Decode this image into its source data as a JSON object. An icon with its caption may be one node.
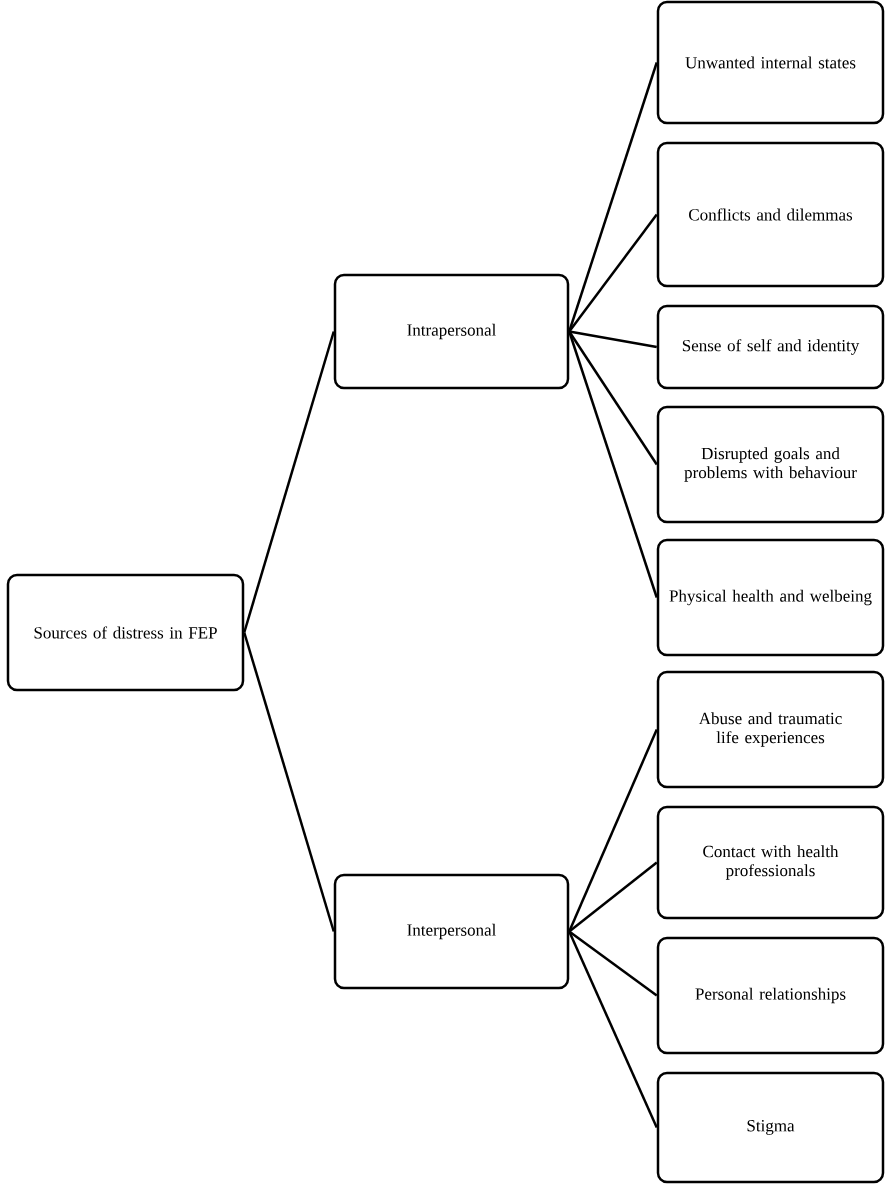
{
  "diagram": {
    "nodes": [
      {
        "text": [
          "Sources of distress in FEP"
        ]
      },
      {
        "text": [
          "Intrapersonal"
        ]
      },
      {
        "text": [
          "Interpersonal"
        ]
      },
      {
        "text": [
          "Unwanted internal states"
        ]
      },
      {
        "text": [
          "Conflicts and dilemmas"
        ]
      },
      {
        "text": [
          "Sense of self and identity"
        ]
      },
      {
        "text": [
          "Disrupted goals and problems with behaviour"
        ]
      },
      {
        "text": [
          "Physical health and welbeing"
        ]
      },
      {
        "text": [
          "Abuse and traumatic life experiences"
        ]
      },
      {
        "text": [
          "Contact with health professionals"
        ]
      },
      {
        "text": [
          "Personal relationships"
        ]
      },
      {
        "text": [
          "Stigma"
        ]
      }
    ],
    "edges": [
      {
        "from": 0,
        "to": 1,
        "arrow": "none"
      },
      {
        "from": 0,
        "to": 2,
        "arrow": "none"
      },
      {
        "from": 1,
        "to": 3,
        "arrow": "none"
      },
      {
        "from": 1,
        "to": 4,
        "arrow": "none"
      },
      {
        "from": 1,
        "to": 5,
        "arrow": "none"
      },
      {
        "from": 1,
        "to": 6,
        "arrow": "none"
      },
      {
        "from": 1,
        "to": 7,
        "arrow": "none"
      },
      {
        "from": 2,
        "to": 8,
        "arrow": "none"
      },
      {
        "from": 2,
        "to": 9,
        "arrow": "none"
      },
      {
        "from": 2,
        "to": 10,
        "arrow": "none"
      },
      {
        "from": 2,
        "to": 11,
        "arrow": "none"
      }
    ]
  }
}
